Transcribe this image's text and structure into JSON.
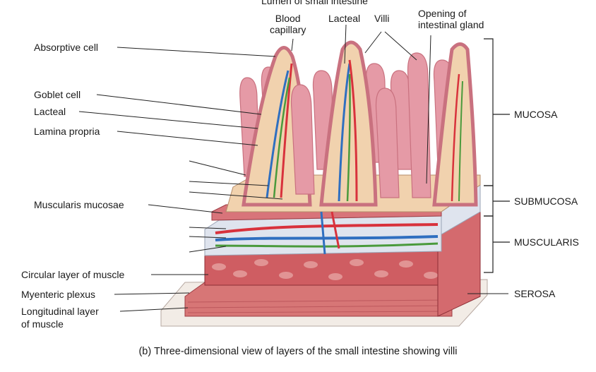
{
  "figure": {
    "top_label": "Lumen of small intestine",
    "labels_top": {
      "blood_capillary": "Blood\ncapillary",
      "lacteal": "Lacteal",
      "villi": "Villi",
      "gland_opening": "Opening of\nintestinal gland"
    },
    "labels_left": {
      "absorptive_cell": "Absorptive cell",
      "goblet_cell": "Goblet cell",
      "lacteal": "Lacteal",
      "lamina_propria": "Lamina propria",
      "muscularis_mucosae": "Muscularis mucosae",
      "circular_layer": "Circular layer of muscle",
      "myenteric_plexus": "Myenteric plexus",
      "longitudinal_layer_1": "Longitudinal layer",
      "longitudinal_layer_2": "of muscle"
    },
    "labels_right": {
      "mucosa": "MUCOSA",
      "submucosa": "SUBMUCOSA",
      "muscularis": "MUSCULARIS",
      "serosa": "SEROSA"
    },
    "caption": "(b) Three-dimensional view of layers of the small intestine showing villi",
    "colors": {
      "villus_pink": "#e59aa6",
      "villus_dark": "#c9717f",
      "lamina": "#f1d2ae",
      "artery": "#d8323c",
      "vein": "#2f6fc0",
      "lacteal": "#4a9a3c",
      "submucosa": "#dfe4ee",
      "muscle": "#cf5d62",
      "muscle_light": "#e8a7a5"
    }
  }
}
